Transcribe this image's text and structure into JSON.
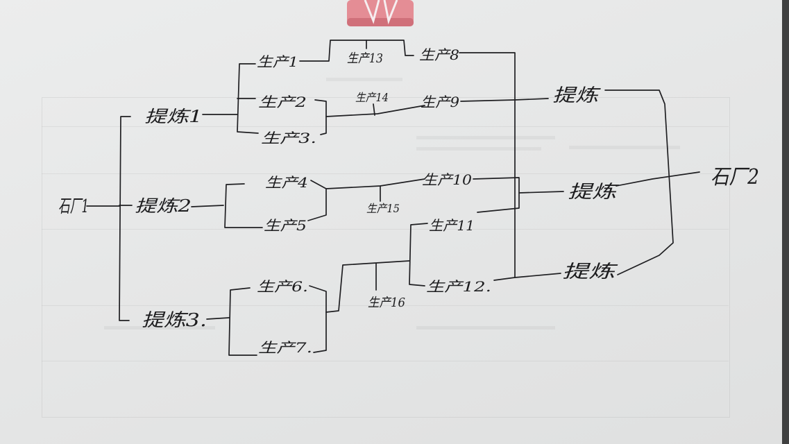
{
  "diagram": {
    "mine_left": "石厂1",
    "mine_right": "石厂2",
    "refine_left": [
      "提炼1",
      "提炼2",
      "提炼3."
    ],
    "refine_right": [
      "提炼",
      "提炼",
      "提炼"
    ],
    "produce": {
      "p1": "生产1",
      "p2": "生产2",
      "p3": "生产3.",
      "p4": "生产4",
      "p5": "生产5",
      "p6": "生产6.",
      "p7": "生产7.",
      "p8": "生产8",
      "p9": "生产9",
      "p10": "生产10",
      "p11": "生产11",
      "p12": "生产12.",
      "p13": "生产13",
      "p14": "生产14",
      "p15": "生产15",
      "p16": "生产16"
    }
  },
  "colors": {
    "ink": "#1f1f22",
    "paper": "#e6e7e7",
    "clip": "#e28a93"
  }
}
